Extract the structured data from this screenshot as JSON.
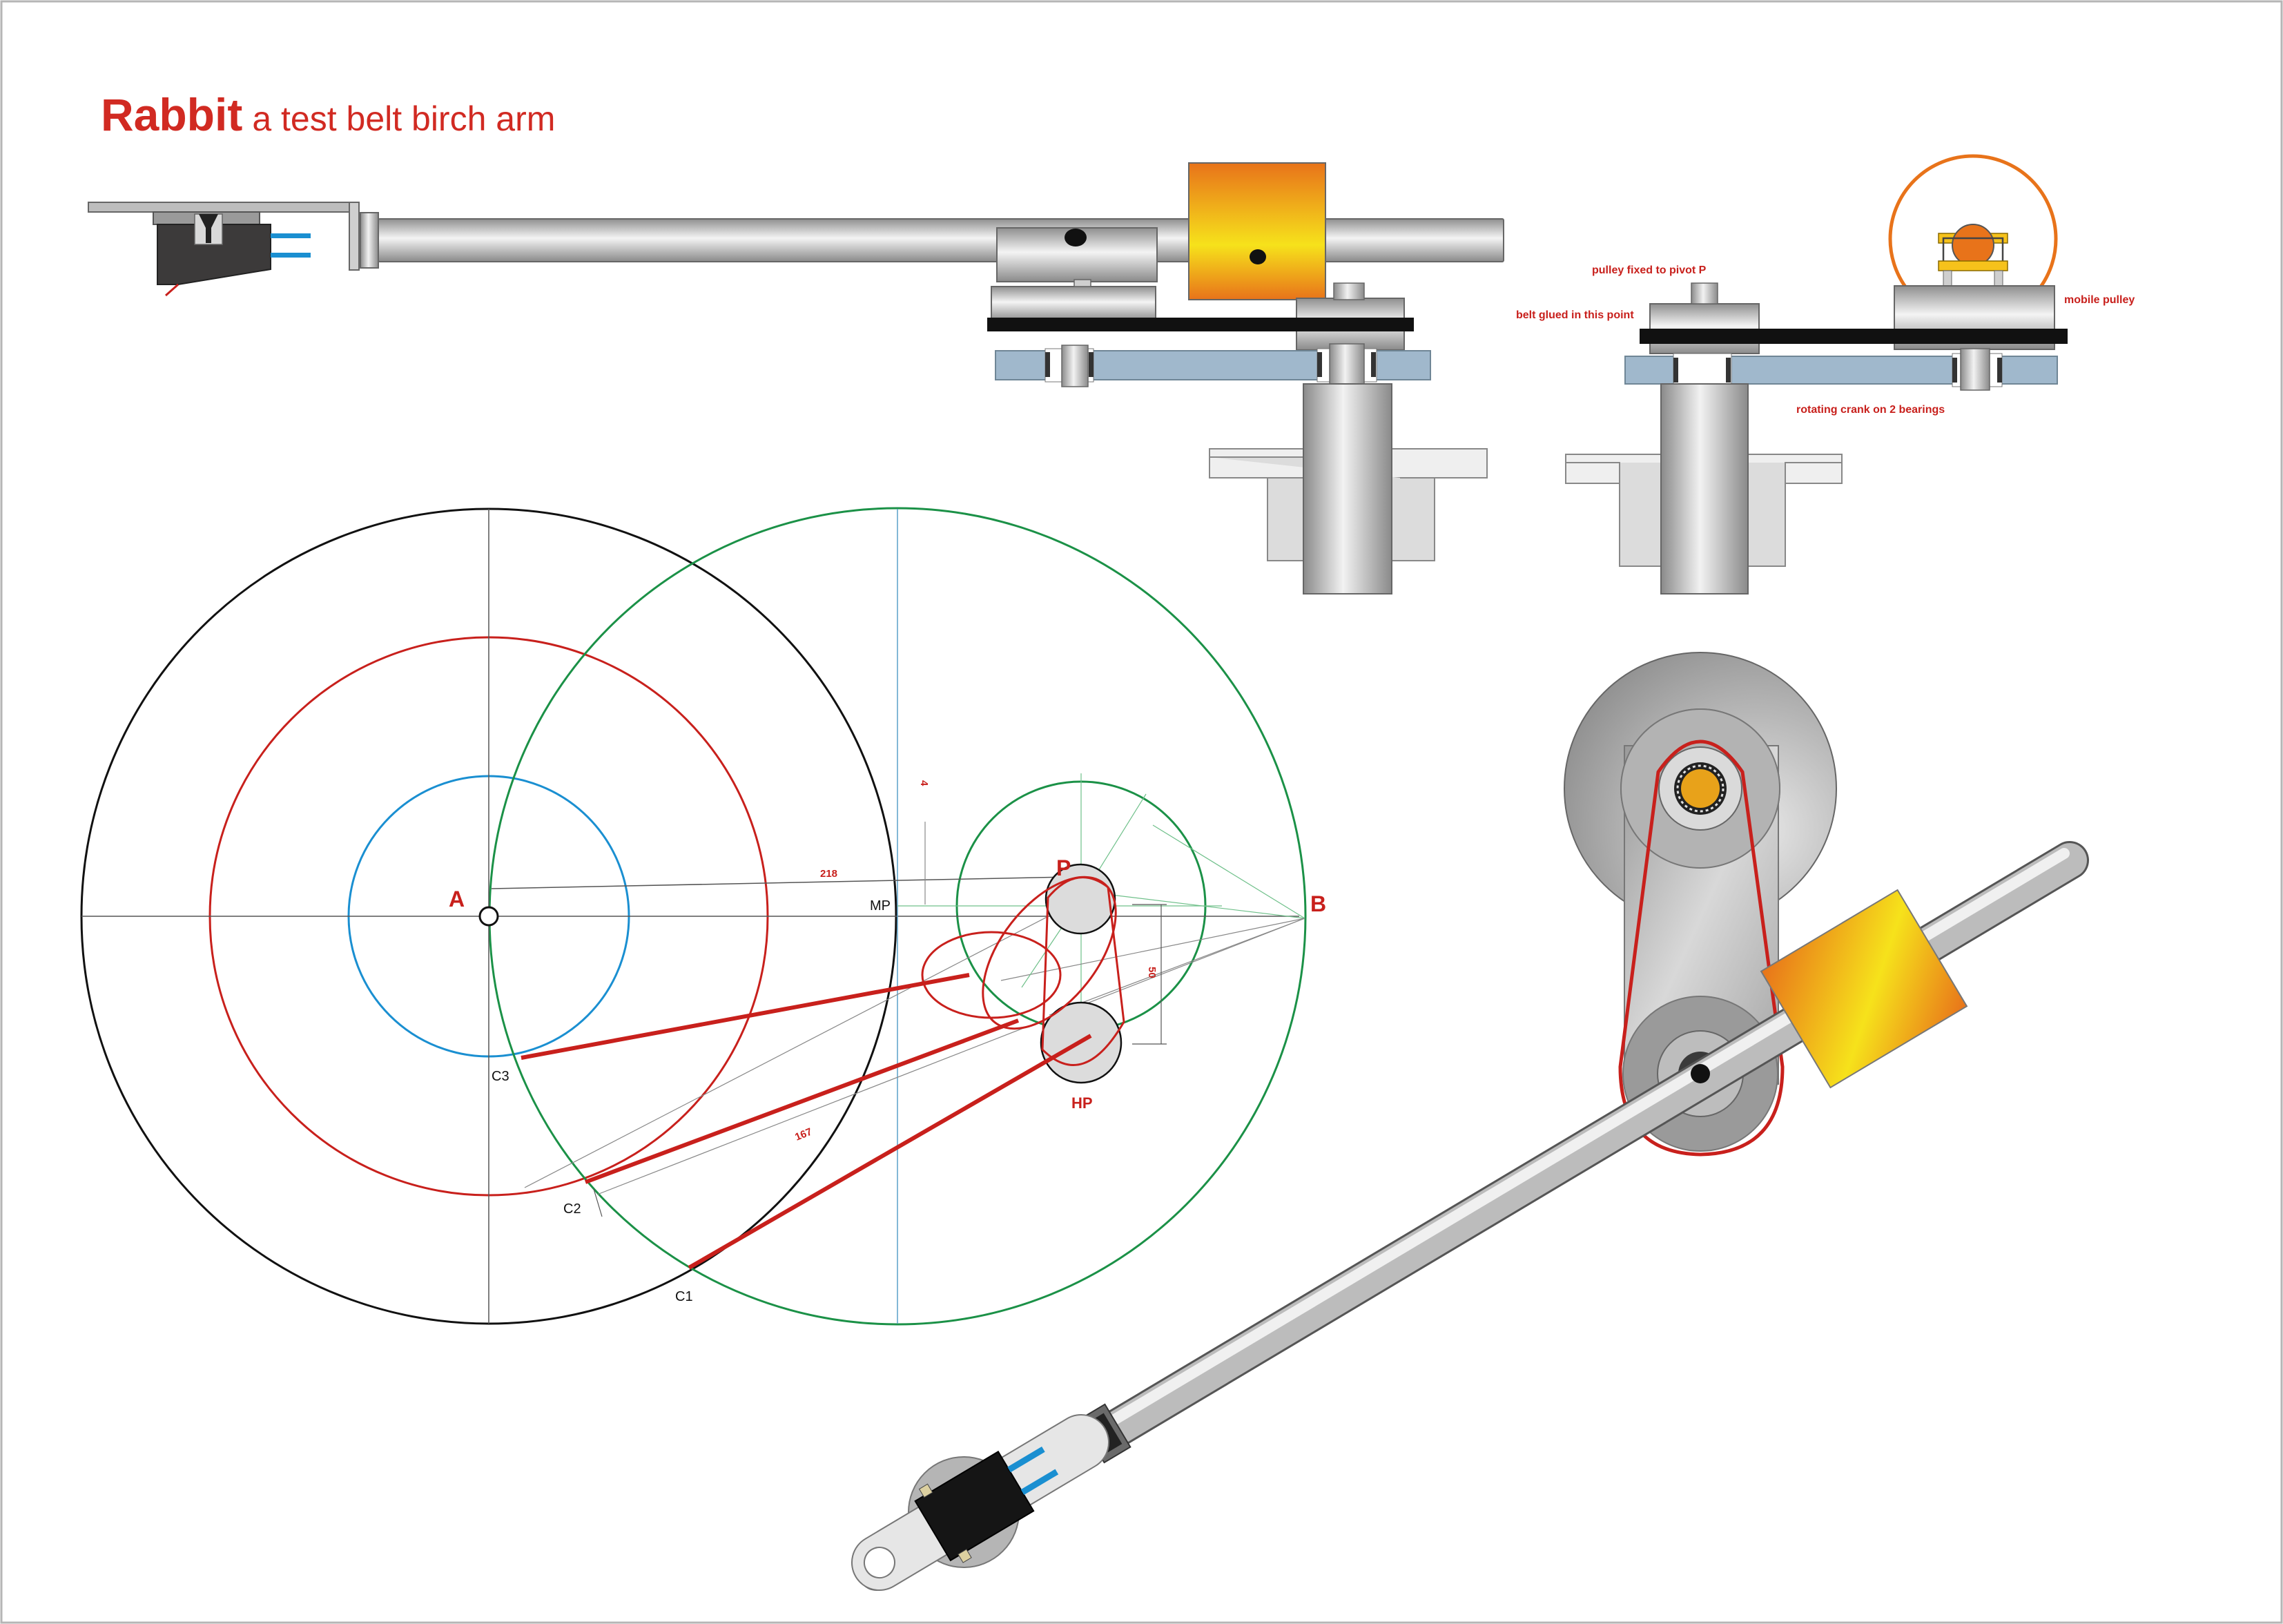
{
  "title": {
    "main": "Rabbit",
    "subtitle": "a test belt birch arm"
  },
  "annotations": {
    "pulley_fixed": "pulley fixed to pivot P",
    "belt_glued": "belt glued in this point",
    "mobile_pulley": "mobile pulley",
    "rotating_crank": "rotating crank on 2 bearings"
  },
  "geometry_labels": {
    "A": "A",
    "B": "B",
    "P": "P",
    "HP": "HP",
    "MP": "MP",
    "C1": "C1",
    "C2": "C2",
    "C3": "C3",
    "dim_218": "218",
    "dim_167": "167",
    "dim_50": "50",
    "dim_4": "4"
  },
  "colors": {
    "accent_red": "#d12a22",
    "circle_blue": "#1a8fd1",
    "circle_green": "#1b9147",
    "counterweight_orange": "#e8731a",
    "counterweight_yellow": "#f6e21b",
    "plate_blue": "#a0b8cc",
    "belt_black": "#111111"
  }
}
